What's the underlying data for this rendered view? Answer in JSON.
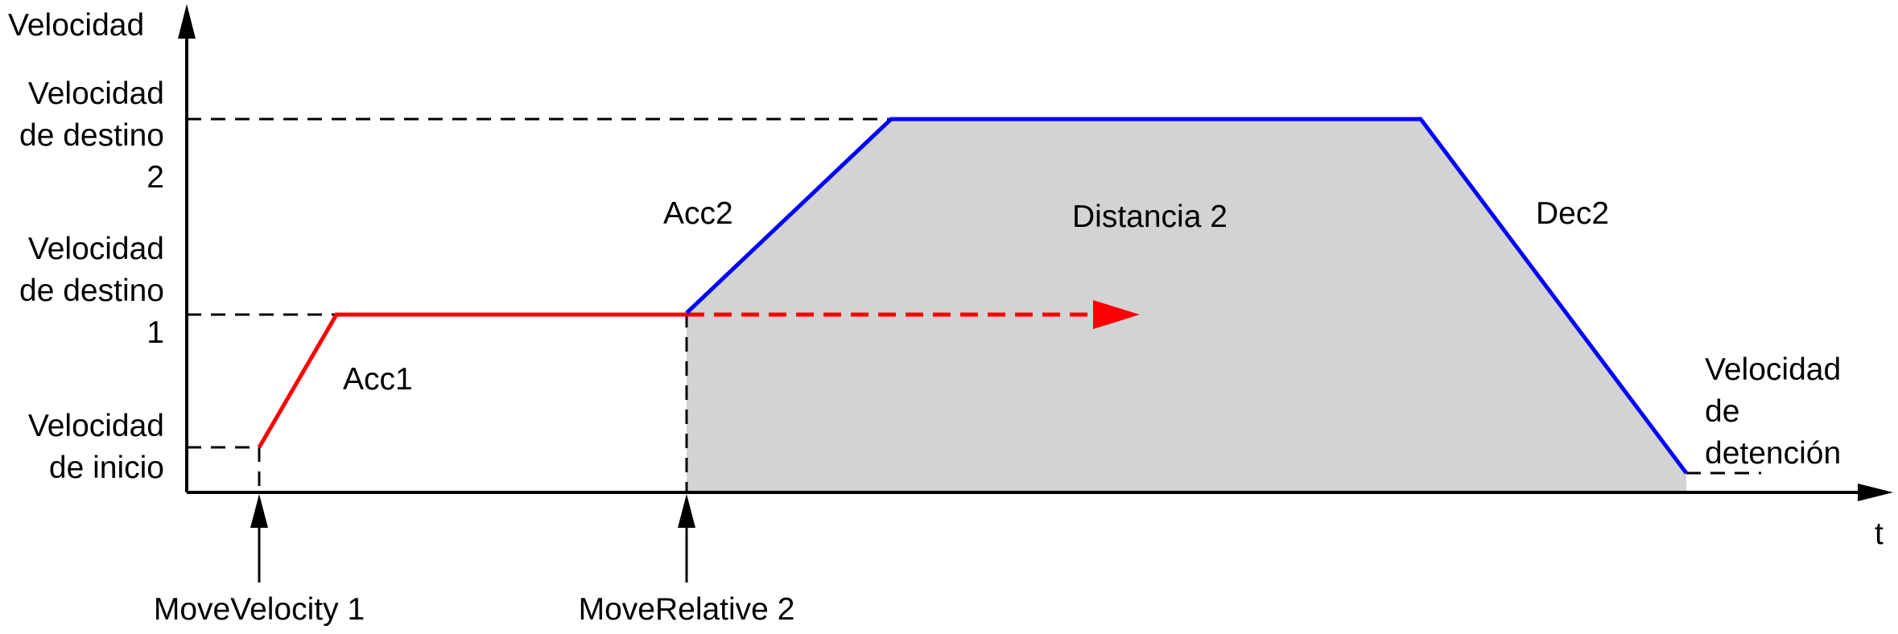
{
  "axes": {
    "y_title": "Velocidad",
    "x_title": "t"
  },
  "y_labels": {
    "target2": [
      "Velocidad",
      "de destino",
      "2"
    ],
    "target1": [
      "Velocidad",
      "de destino",
      "1"
    ],
    "start": [
      "Velocidad",
      "de inicio"
    ],
    "stop": [
      "Velocidad",
      "de",
      "detención"
    ]
  },
  "segments": {
    "acc1": "Acc1",
    "acc2": "Acc2",
    "dec2": "Dec2",
    "distance2": "Distancia 2"
  },
  "commands": {
    "move_velocity": "MoveVelocity 1",
    "move_relative": "MoveRelative 2"
  },
  "colors": {
    "move_velocity_profile": "#ff0000",
    "move_relative_profile": "#0000ff",
    "distance_area": "#d3d3d3",
    "axis": "#000000"
  }
}
